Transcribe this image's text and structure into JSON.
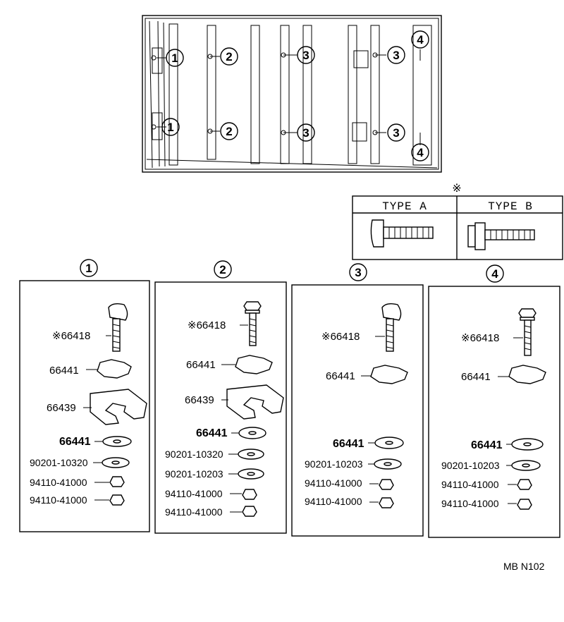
{
  "frame": {
    "callouts_top_left_column": [
      "1",
      "1"
    ],
    "callouts_col2": [
      "2",
      "2"
    ],
    "callouts_col3": [
      "3",
      "3"
    ],
    "callouts_col4": [
      "3",
      "3"
    ],
    "callouts_right": [
      "4",
      "4"
    ]
  },
  "type_table": {
    "mark": "※",
    "type_a": "TYPE A",
    "type_b": "TYPE B"
  },
  "groups": [
    {
      "number": "1",
      "parts": [
        "※66418",
        "66441",
        "66439",
        "66441",
        "90201-10320",
        "94110-41000",
        "94110-41000"
      ]
    },
    {
      "number": "2",
      "parts": [
        "※66418",
        "66441",
        "66439",
        "66441",
        "90201-10320",
        "90201-10203",
        "94110-41000",
        "94110-41000"
      ]
    },
    {
      "number": "3",
      "parts": [
        "※66418",
        "66441",
        "66441",
        "90201-10203",
        "94110-41000",
        "94110-41000"
      ]
    },
    {
      "number": "4",
      "parts": [
        "※66418",
        "66441",
        "66441",
        "90201-10203",
        "94110-41000",
        "94110-41000"
      ]
    }
  ],
  "diagram_code": "MB  N102"
}
